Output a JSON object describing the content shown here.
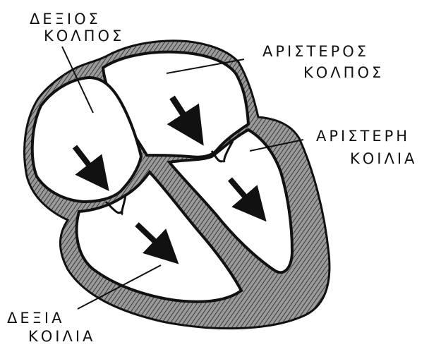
{
  "labels": {
    "right_atrium": [
      "ΔΕΞΙΟΣ",
      "ΚΟΛΠΟΣ"
    ],
    "left_atrium": [
      "ΑΡΙΣΤΕΡΟΣ",
      "ΚΟΛΠΟΣ"
    ],
    "left_ventricle": [
      "ΑΡΙΣΤΕΡΗ",
      "ΚΟΙΛΙΑ"
    ],
    "right_ventricle": [
      "ΔΕΞΙΑ",
      "ΚΟΙΛΙΑ"
    ]
  },
  "colors": {
    "ink": "#111111",
    "muscle_shading": "#6f6f6f",
    "background": "#ffffff"
  }
}
